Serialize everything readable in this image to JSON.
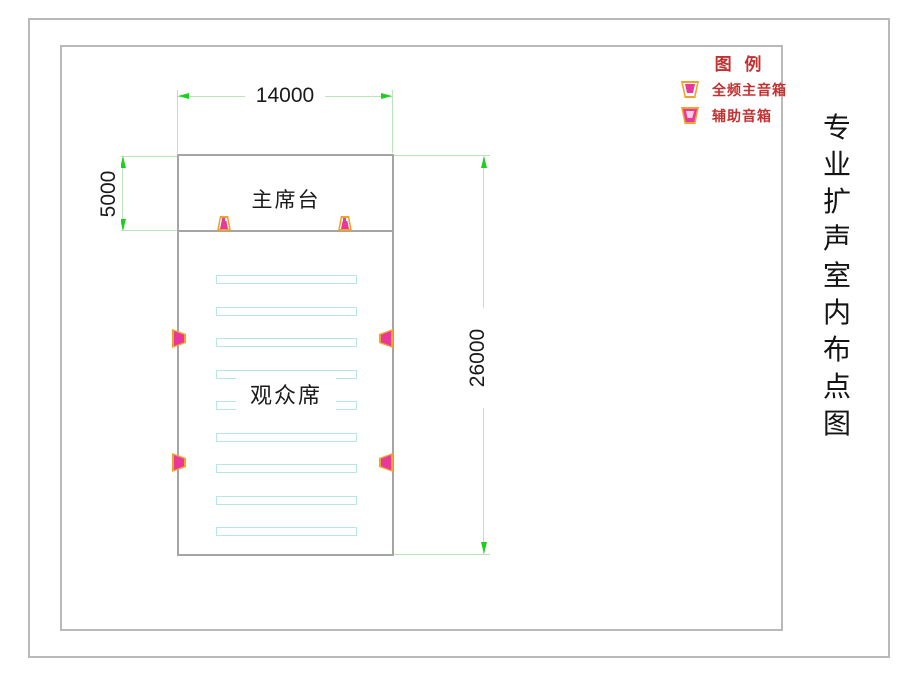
{
  "drawing": {
    "title_vertical": "专业扩声室内布点图",
    "legend": {
      "title": "图 例",
      "items": [
        {
          "icon": "full-range-main-speaker-icon",
          "label": "全频主音箱"
        },
        {
          "icon": "auxiliary-speaker-icon",
          "label": "辅助音箱"
        }
      ]
    },
    "room": {
      "stage_label": "主席台",
      "audience_label": "观众席",
      "seat_row_count": 9
    },
    "dimensions": {
      "top_width": "14000",
      "stage_depth": "5000",
      "hall_depth": "26000"
    },
    "speakers": {
      "main_full_range_count": 2,
      "auxiliary_count": 4
    },
    "colors": {
      "dimension_arrow_green": "#1fcf1f",
      "dimension_line_green": "#b9e6b9",
      "legend_red": "#c53030",
      "speaker_gold": "#f0a22a",
      "speaker_magenta": "#e8389c",
      "seat_row_cyan": "#b7e7e3",
      "wall_gray": "#a5a5a5"
    }
  }
}
